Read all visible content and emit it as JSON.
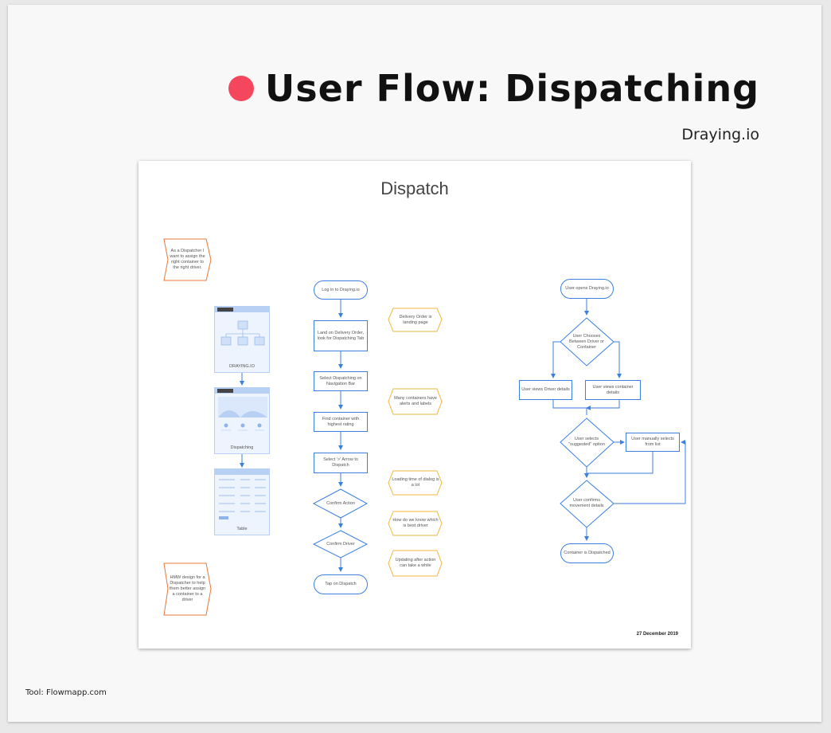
{
  "header": {
    "title": "User Flow: Dispatching",
    "subtitle": "Draying.io",
    "accent_color": "#f4475e"
  },
  "footer": {
    "tool": "Tool: Flowmapp.com"
  },
  "board": {
    "title": "Dispatch",
    "date": "27 December 2019",
    "notes": {
      "user_story": "As a Dispatcher I want to assign the right container to the right driver.",
      "hmw": "HMW design for a Dispatcher to help them better assign a container to a driver"
    },
    "thumbnails": [
      {
        "label": "DRAYING.IO"
      },
      {
        "label": "Dispatching"
      },
      {
        "label": "Table"
      }
    ],
    "main_flow": {
      "login": "Log in to Draying.io",
      "land": "Land on Delivery Order, look for Dispatching Tab",
      "select_dispatching": "Select Dispatching on Navigation Bar",
      "find_container": "Find container with highest rating",
      "select_arrow": "Select '>' Arrow to Dispatch",
      "confirm_action": "Confirm Action",
      "confirm_driver": "Confirm Driver",
      "tap_dispatch": "Tap on Dispatch"
    },
    "pain_points": {
      "landing_page": "Delivery Order is landing page",
      "many_containers": "Many containers have alerts and labels",
      "loading_time": "Loading time of dialog is a lot",
      "best_driver": "How do we know which is best driver",
      "updating": "Updating after action can take a while"
    },
    "alt_flow": {
      "opens": "User opens Draying.io",
      "chooses": "User Chooses Between Driver or Container",
      "driver_details": "User views Driver details",
      "container_details": "User views container details",
      "selects_suggested": "User selects \"suggested\" option",
      "manual_select": "User manually selects from list",
      "confirms": "User confirms movement details",
      "dispatched": "Container is Dispatched"
    }
  }
}
